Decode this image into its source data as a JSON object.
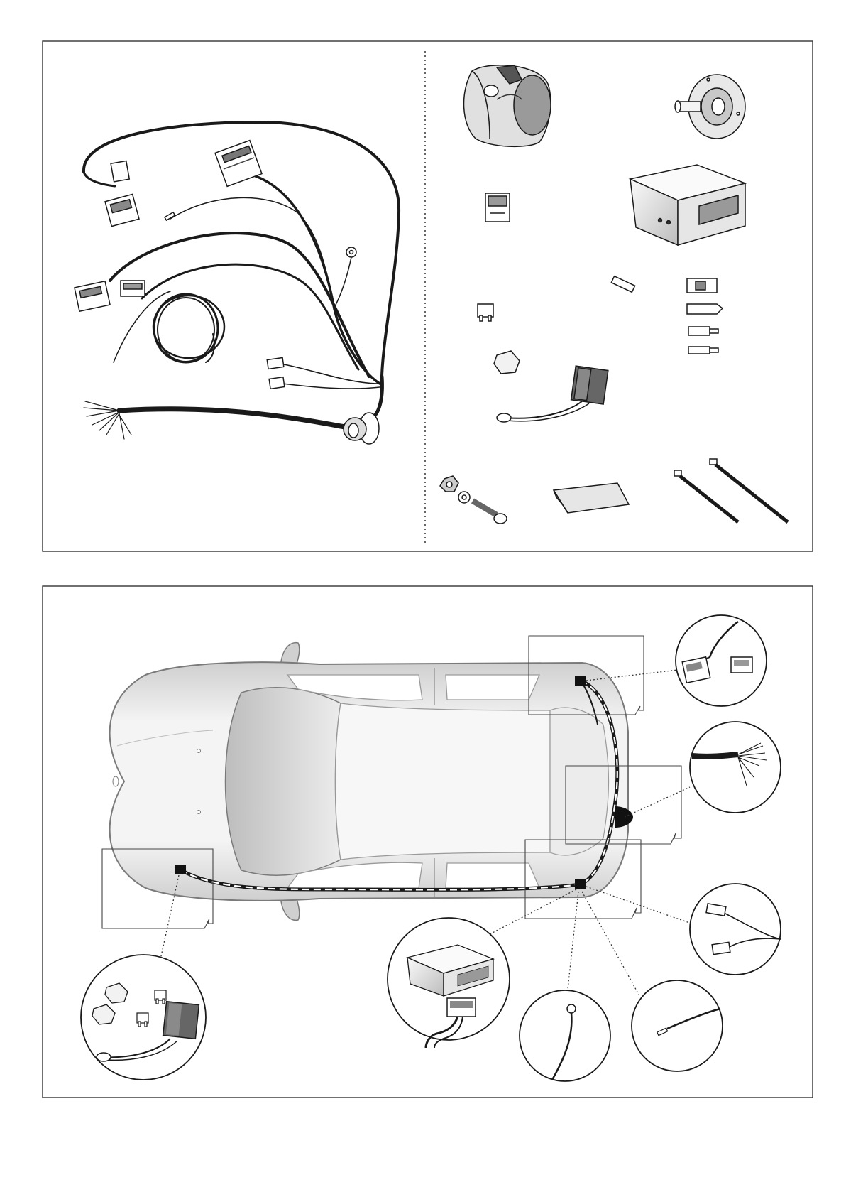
{
  "page": {
    "background": "#ffffff",
    "line_color": "#1a1a1a",
    "car_body_color": "#e4e4e4",
    "car_outline_color": "#7a7a7a",
    "part_fill_color": "#555555"
  },
  "panels": [
    {
      "id": "kit-contents",
      "sections": [
        "wiring-harness",
        "accessories"
      ],
      "accessory_icons": [
        "socket-13pin-icon",
        "rubber-grommet-icon",
        "relay-icon",
        "control-module-icon",
        "fuse-holder-icon",
        "mini-fuse-icon",
        "butt-connector-icon",
        "connector-housing-icon",
        "flat-terminal-icon",
        "adhesive-pad-icon",
        "ground-lead-icon",
        "bolt-nut-washer-icon",
        "adhesive-sheet-icon",
        "cable-tie-icon"
      ]
    },
    {
      "id": "installation-overview",
      "callouts": [
        "rear-left-connector-detail",
        "socket-harness-detail",
        "side-connectors-detail",
        "control-module-detail",
        "ground-eyelet-detail",
        "spare-wire-detail",
        "front-fusebox-detail"
      ]
    }
  ]
}
